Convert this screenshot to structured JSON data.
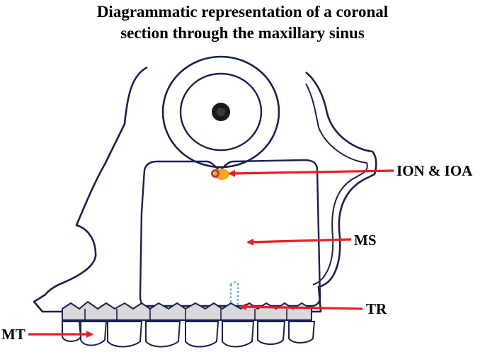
{
  "title": {
    "line1": "Diagrammatic representation of a coronal",
    "line2": "section through the maxillary sinus"
  },
  "labels": {
    "ion": "ION & IOA",
    "ms": "MS",
    "tr": "TR",
    "mt": "MT"
  },
  "colors": {
    "outline": "#1c1f4f",
    "arrow": "#ee1c25",
    "nerve_ring": "#c0392b",
    "nerve_fill": "#f5a623",
    "tooth_root": "#4aa3df",
    "tooth_fill": "#d9d9d9"
  }
}
